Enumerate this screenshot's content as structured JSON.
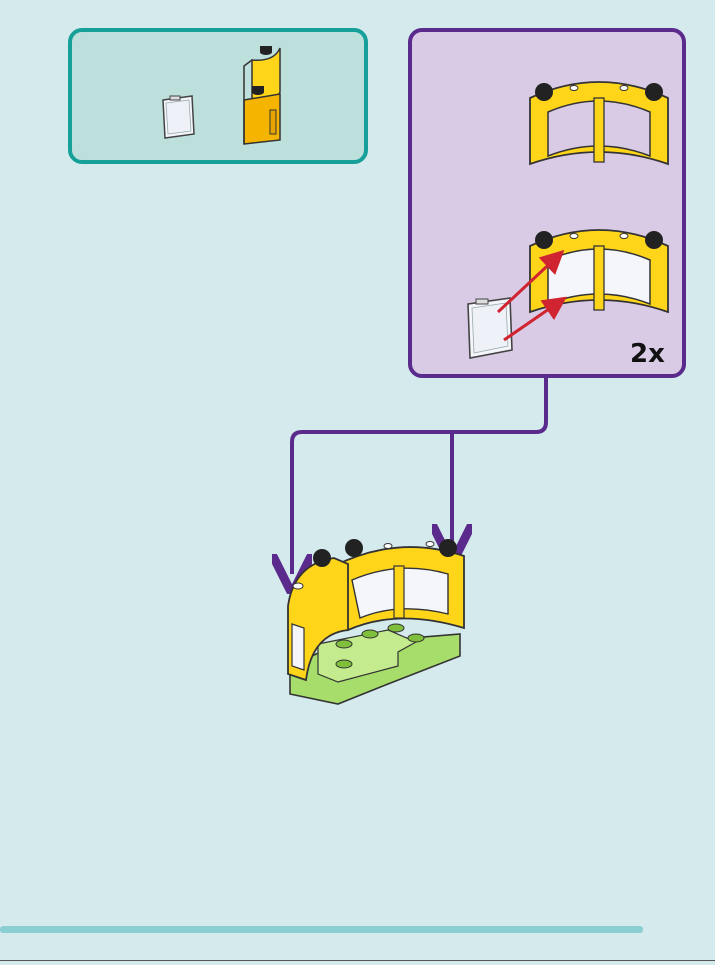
{
  "step": {
    "multiplier": "2x"
  },
  "colors": {
    "parts_border": "#17a09a",
    "parts_fill": "#bde0dd",
    "subassembly_border": "#5a2a8c",
    "subassembly_fill": "#d9cbe6",
    "arrow": "#5a2a8c",
    "brick_yellow": "#ffd51a",
    "plate_green": "#a7dd6a",
    "glass": "#f4f6fb",
    "guide_arrow": "#d02430"
  },
  "icons": [
    "transparent-window-pane",
    "yellow-curved-window-frame",
    "green-plate-base"
  ]
}
